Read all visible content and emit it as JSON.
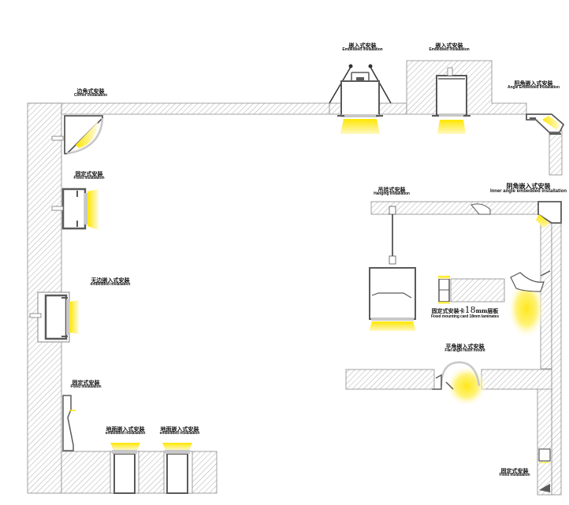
{
  "diagram": {
    "type": "led-profile-installation-methods",
    "colors": {
      "wall_stroke": "#8a8a8a",
      "hatch": "#9a9a9a",
      "profile": "#5a5a5a",
      "diffuser": "#c8c8c8",
      "light": "#ffe81a",
      "light_soft": "#fff7a8",
      "background": "#ffffff"
    },
    "labels": {
      "embedded_a": {
        "cn": "嵌入式安装",
        "en": "Embedded installation"
      },
      "embedded_b": {
        "cn": "嵌入式安装",
        "en": "Embedded installation"
      },
      "angle_embedded": {
        "cn": "阳角嵌入式安装",
        "en": "Angle Embedded Installation"
      },
      "corner": {
        "cn": "边角式安装",
        "en": "Corner installation"
      },
      "fixed_1": {
        "cn": "固定式安装",
        "en": "Fixed installation"
      },
      "frameless_embedded": {
        "cn": "无边嵌入式安装",
        "en": "embedded installation"
      },
      "fixed_2": {
        "cn": "固定式安装",
        "en": "Fixed installation"
      },
      "floor_embedded_a": {
        "cn": "地面嵌入式安装",
        "en": "embedded installation"
      },
      "floor_embedded_b": {
        "cn": "地面嵌入式安装",
        "en": "embedded installation"
      },
      "hanging": {
        "cn": "吊挂式安装",
        "en": "Hanging installation"
      },
      "inner_angle": {
        "cn": "阴角嵌入式安装",
        "en": "Inner angle embedded installation"
      },
      "fixed_card": {
        "cn_prefix": "固定式安装卡",
        "cn_num": "18",
        "cn_suffix": "mm层板",
        "en": "Fixed mounting card 18mm laminates"
      },
      "flat_angle": {
        "cn": "平角嵌入式安装",
        "en": "Flat angle flush mount"
      },
      "fixed_3": {
        "cn": "固定式安装",
        "en": "Fixed installation"
      }
    }
  }
}
